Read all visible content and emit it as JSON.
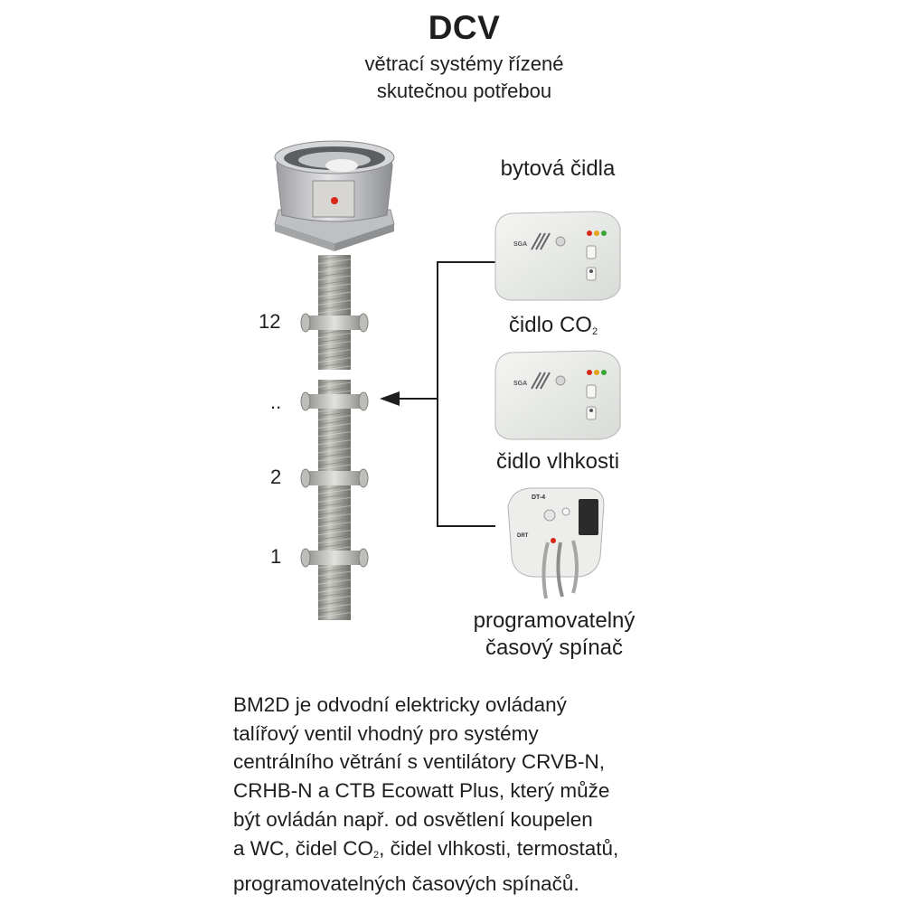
{
  "header": {
    "title": "DCV",
    "subtitle_lines": [
      "větrací systémy řízené",
      "skutečnou potřebou"
    ]
  },
  "devices": {
    "group_label": "bytová čidla",
    "co2_sensor": {
      "label_text": "čidlo CO",
      "label_subscript": "2",
      "brand": "SGA"
    },
    "humidity_sensor": {
      "label": "čidlo vlhkosti",
      "brand": "SGA"
    },
    "timer_switch": {
      "label_lines": [
        "programovatelný",
        "časový spínač"
      ],
      "model": "DT-4",
      "model_short": "DRT"
    }
  },
  "riser": {
    "floor_labels": [
      "12",
      "..",
      "2",
      "1"
    ]
  },
  "description": {
    "lines": [
      "BM2D je odvodní elektricky ovládaný",
      "talířový ventil vhodný pro systémy",
      "centrálního větrání s ventilátory CRVB-N,",
      "CRHB-N a CTB Ecowatt Plus, který může",
      "být ovládán např. od osvětlení koupelen"
    ],
    "line6_before": "a WC, čidel CO",
    "line6_subscript": "2",
    "line6_after": ", čidel vlhkosti, termostatů,",
    "line7": "programovatelných časových spínačů."
  },
  "colors": {
    "text": "#1e1e1e",
    "pipe": "#9b9b96",
    "fan": "#c8c9cb",
    "sensor_body": "#ebedeb",
    "led_red": "#d9271a",
    "led_orange": "#e8a11b",
    "led_green": "#3aa63a"
  }
}
